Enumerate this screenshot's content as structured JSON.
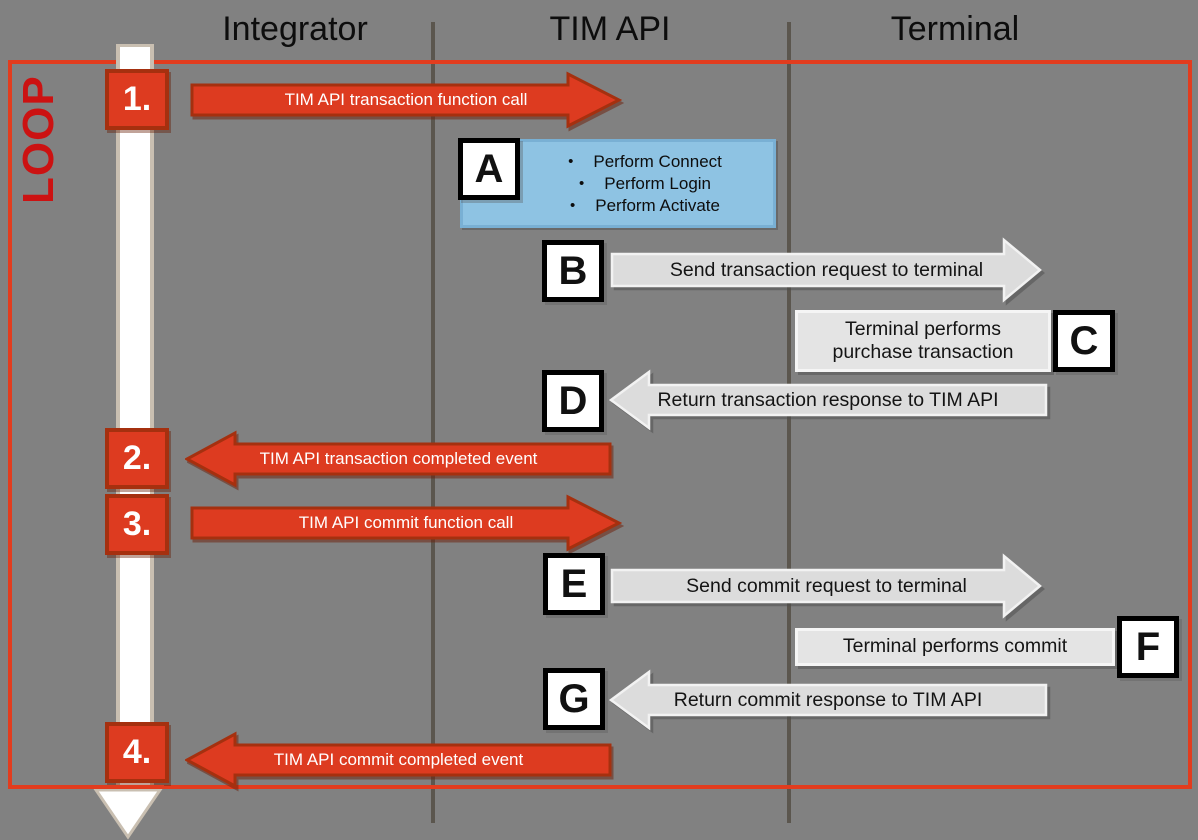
{
  "lanes": [
    "Integrator",
    "TIM API",
    "Terminal"
  ],
  "loop_label": "LOOP",
  "bullet_glyph": "•",
  "numbered": [
    {
      "number": "1.",
      "label": "TIM API transaction function call",
      "direction": "right"
    },
    {
      "number": "2.",
      "label": "TIM API transaction completed event",
      "direction": "left"
    },
    {
      "number": "3.",
      "label": "TIM API commit function call",
      "direction": "right"
    },
    {
      "number": "4.",
      "label": "TIM API commit completed event",
      "direction": "left"
    }
  ],
  "lettered": {
    "a": {
      "letter": "A",
      "items": [
        "Perform Connect",
        "Perform Login",
        "Perform Activate"
      ]
    },
    "b": {
      "letter": "B",
      "label": "Send transaction request to terminal",
      "direction": "right"
    },
    "c": {
      "letter": "C",
      "label": "Terminal performs purchase transaction"
    },
    "d": {
      "letter": "D",
      "label": "Return transaction response to TIM API",
      "direction": "left"
    },
    "e": {
      "letter": "E",
      "label": "Send commit request to terminal",
      "direction": "right"
    },
    "f": {
      "letter": "F",
      "label": "Terminal performs commit"
    },
    "g": {
      "letter": "G",
      "label": "Return commit response to TIM API",
      "direction": "left"
    }
  },
  "colors": {
    "background": "#818181",
    "red_fill": "#dd3b20",
    "red_border": "#a5300f",
    "loop_red": "#e23c1e",
    "blue_fill": "#8ec3e3",
    "gray_fill": "#dcdcdc",
    "timeline_border": "#c9bfb1"
  }
}
